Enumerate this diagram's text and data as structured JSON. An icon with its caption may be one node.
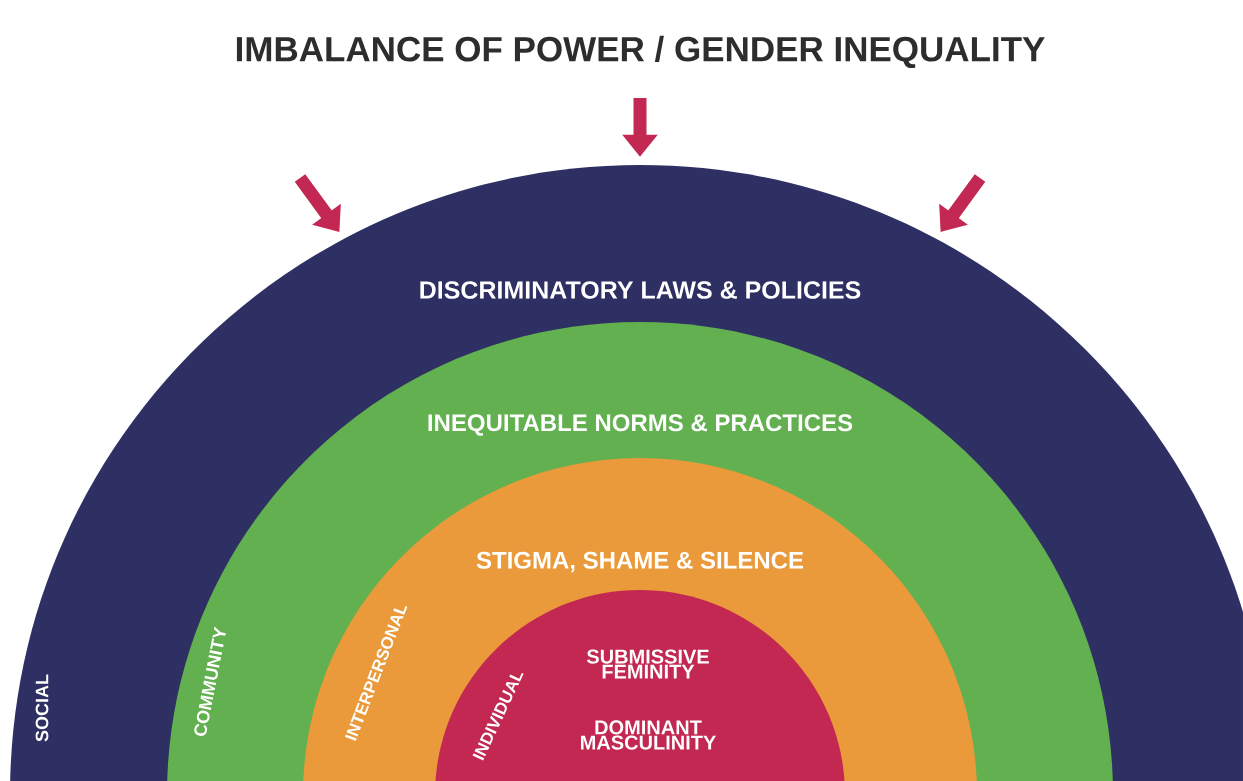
{
  "diagram": {
    "nodes": [
      {
        "text": [
          "IMBALANCE OF POWER / GENDER INEQUALITY"
        ]
      },
      {
        "text": [
          "DISCRIMINATORY LAWS & POLICIES",
          "SOCIAL"
        ]
      },
      {
        "text": [
          "INEQUITABLE NORMS & PRACTICES",
          "COMMUNITY"
        ],
        "in": 1
      },
      {
        "text": [
          "STIGMA, SHAME & SILENCE",
          "INTERPERSONAL"
        ],
        "in": 2
      },
      {
        "text": [
          "INDIVIDUAL",
          "SUBMISSIVE FEMINITY",
          "DOMINANT MASCULINITY"
        ],
        "in": 3
      }
    ],
    "edges": [
      {
        "from": null,
        "to": 1,
        "arrow": "to"
      },
      {
        "from": null,
        "to": 1,
        "arrow": "to"
      },
      {
        "from": null,
        "to": 1,
        "arrow": "to"
      }
    ]
  }
}
